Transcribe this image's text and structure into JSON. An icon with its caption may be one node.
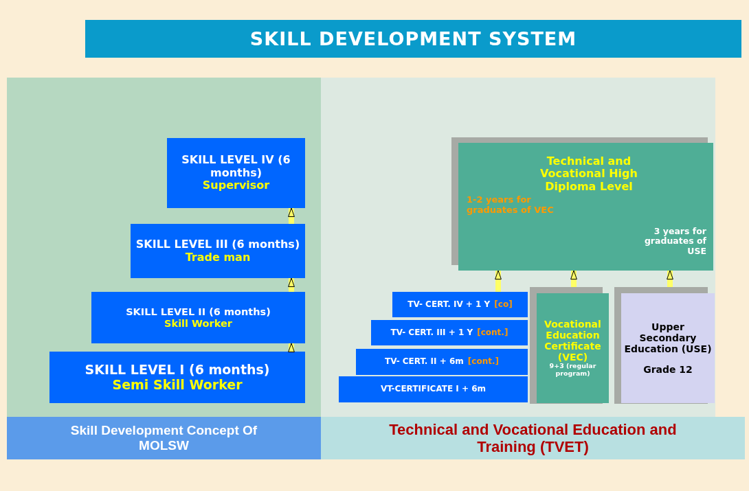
{
  "diagram": {
    "title": "SKILL DEVELOPMENT SYSTEM",
    "nodes": [
      {
        "text": [
          "SKILL LEVEL IV (6 months)",
          "Supervisor"
        ]
      },
      {
        "text": [
          "SKILL LEVEL III (6 months)",
          "Trade man"
        ]
      },
      {
        "text": [
          "SKILL LEVEL II (6 months)",
          "Skill Worker"
        ]
      },
      {
        "text": [
          "SKILL LEVEL I (6 months)",
          "Semi Skill Worker"
        ]
      },
      {
        "text": [
          "Technical and Vocational High Diploma Level",
          "1-2 years for graduates of VEC",
          "3 years for graduates of USE"
        ]
      },
      {
        "text": [
          "TV- CERT. IV + 1 Y",
          "[co]"
        ]
      },
      {
        "text": [
          "TV- CERT. III + 1 Y",
          "[cont.]"
        ]
      },
      {
        "text": [
          "TV- CERT. II + 6m",
          "[cont.]"
        ]
      },
      {
        "text": [
          "VT-CERTIFICATE I + 6m"
        ]
      },
      {
        "text": [
          "Vocational Education Certificate (VEC)",
          "9+3 (regular program)"
        ]
      },
      {
        "text": [
          "Upper Secondary Education (USE)",
          "Grade 12"
        ]
      },
      {
        "text": [
          "Skill Development Concept Of MOLSW"
        ]
      },
      {
        "text": [
          "Technical and Vocational Education and Training (TVET)"
        ]
      }
    ],
    "edges": [
      {
        "from": 3,
        "to": 2,
        "arrow": "to"
      },
      {
        "from": 2,
        "to": 1,
        "arrow": "to"
      },
      {
        "from": 1,
        "to": 0,
        "arrow": "to"
      },
      {
        "from": 5,
        "to": 4,
        "arrow": "to"
      },
      {
        "from": 9,
        "to": 4,
        "arrow": "to"
      },
      {
        "from": 10,
        "to": 4,
        "arrow": "to"
      }
    ]
  }
}
